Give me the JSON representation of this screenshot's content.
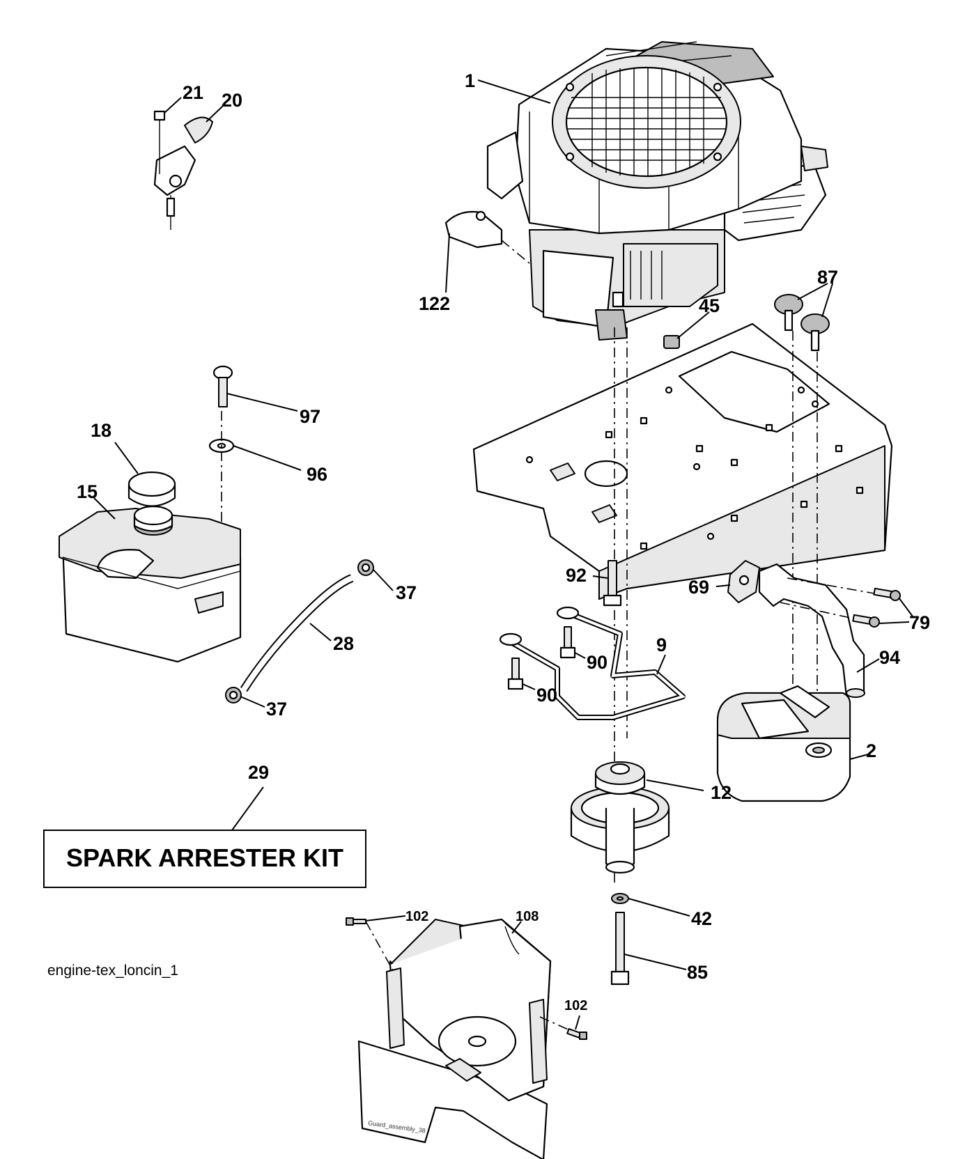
{
  "diagram": {
    "kit_label": "SPARK ARRESTER KIT",
    "reference_code": "engine-tex_loncin_1",
    "guard_print": "Guard_assembly_38",
    "callouts": [
      "1",
      "21",
      "20",
      "122",
      "87",
      "45",
      "97",
      "18",
      "96",
      "15",
      "92",
      "69",
      "79",
      "37",
      "28",
      "9",
      "90",
      "90",
      "94",
      "37",
      "2",
      "29",
      "12",
      "42",
      "102",
      "108",
      "85",
      "102"
    ]
  }
}
